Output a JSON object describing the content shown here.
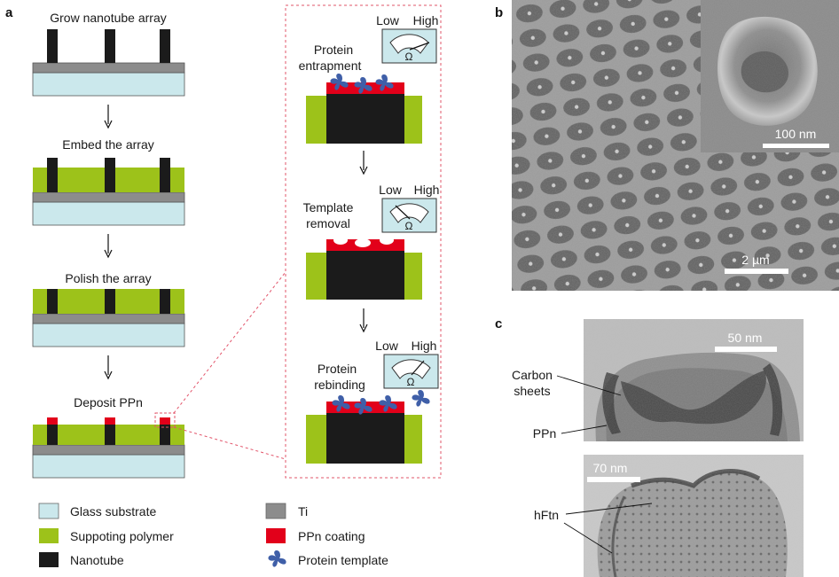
{
  "panels": {
    "a": "a",
    "b": "b",
    "c": "c"
  },
  "steps": {
    "grow": "Grow nanotube array",
    "embed": "Embed the array",
    "polish": "Polish the array",
    "deposit": "Deposit PPn"
  },
  "detail": {
    "entrapment": [
      "Protein",
      "entrapment"
    ],
    "removal": [
      "Template",
      "removal"
    ],
    "rebinding": [
      "Protein",
      "rebinding"
    ],
    "meter_low": "Low",
    "meter_high": "High",
    "meter_unit": "Ω"
  },
  "legend": {
    "glass": "Glass substrate",
    "polymer": "Suppoting polymer",
    "nanotube": "Nanotube",
    "ti": "Ti",
    "ppn": "PPn coating",
    "protein": "Protein template"
  },
  "micrographs": {
    "sem_scale": "2 µm",
    "inset_scale": "100 nm",
    "tem1_scale": "50 nm",
    "tem2_scale": "70 nm",
    "label_carbon": [
      "Carbon",
      "sheets"
    ],
    "label_ppn": "PPn",
    "label_hftn": "hFtn"
  },
  "colors": {
    "glass": "#cbe8ec",
    "ti": "#8c8c8c",
    "polymer": "#9dc21a",
    "nanotube": "#1b1b1b",
    "ppn": "#e2001a",
    "protein": "#3f5fa8",
    "dashed": "#e2546a"
  }
}
